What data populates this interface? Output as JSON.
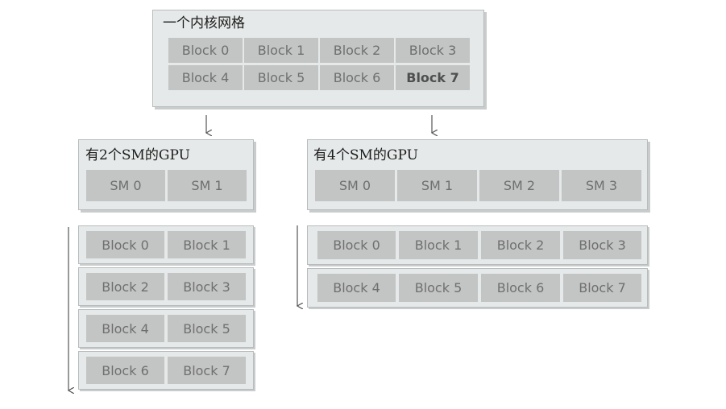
{
  "grid": {
    "title": "一个内核网格",
    "blocks": [
      "Block 0",
      "Block 1",
      "Block 2",
      "Block 3",
      "Block 4",
      "Block 5",
      "Block 6",
      "Block 7"
    ]
  },
  "gpu2": {
    "title": "有2个SM的GPU",
    "sms": [
      "SM 0",
      "SM 1"
    ],
    "rows": [
      [
        "Block 0",
        "Block 1"
      ],
      [
        "Block 2",
        "Block 3"
      ],
      [
        "Block 4",
        "Block 5"
      ],
      [
        "Block 6",
        "Block 7"
      ]
    ]
  },
  "gpu4": {
    "title": "有4个SM的GPU",
    "sms": [
      "SM 0",
      "SM 1",
      "SM 2",
      "SM 3"
    ],
    "rows": [
      [
        "Block 0",
        "Block 1",
        "Block 2",
        "Block 3"
      ],
      [
        "Block 4",
        "Block 5",
        "Block 6",
        "Block 7"
      ]
    ]
  },
  "colors": {
    "panel_bg": "#e6e9e9",
    "cell_bg": "#c3c4c4",
    "cell_text": "#6f6f6f",
    "arrow": "#555555"
  }
}
